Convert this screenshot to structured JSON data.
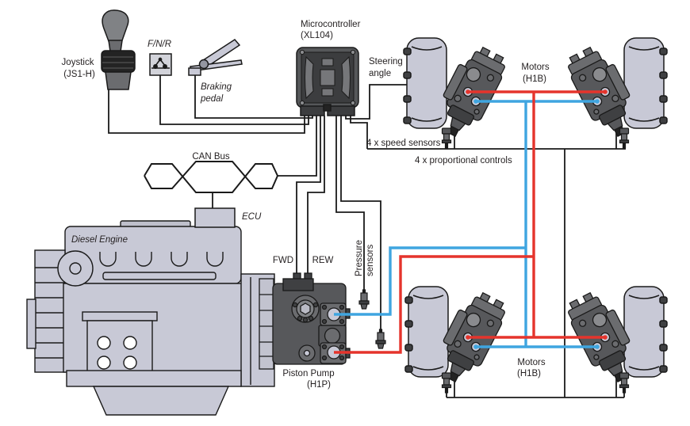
{
  "diagram": {
    "colors": {
      "hydraulic_line_red": "#e5342c",
      "hydraulic_line_blue": "#3fa5e0",
      "signal_line": "#1a1a1a",
      "component_light": "#c8c9d6",
      "component_dark": "#57585b"
    },
    "joystick": {
      "label_line1": "Joystick",
      "label_line2": "(JS1-H)"
    },
    "fnr_switch": {
      "label": "F/N/R"
    },
    "braking_pedal": {
      "label_line1": "Braking",
      "label_line2": "pedal"
    },
    "microcontroller": {
      "label_line1": "Microcontroller",
      "label_line2": "(XL104)"
    },
    "steering": {
      "label_line1": "Steering",
      "label_line2": "angle"
    },
    "motors_front": {
      "label_line1": "Motors",
      "label_line2": "(H1B)"
    },
    "motors_rear": {
      "label_line1": "Motors",
      "label_line2": "(H1B)"
    },
    "speed_sensors": {
      "label": "4 x speed sensors"
    },
    "proportional_controls": {
      "label": "4 x proportional controls"
    },
    "pressure_sensors": {
      "label_line1": "Pressure",
      "label_line2": "sensors"
    },
    "can_bus": {
      "label": "CAN Bus"
    },
    "ecu": {
      "label": "ECU"
    },
    "diesel_engine": {
      "label": "Diesel Engine"
    },
    "piston_pump": {
      "fwd_label": "FWD",
      "rew_label": "REW",
      "label_line1": "Piston Pump",
      "label_line2": "(H1P)"
    }
  }
}
